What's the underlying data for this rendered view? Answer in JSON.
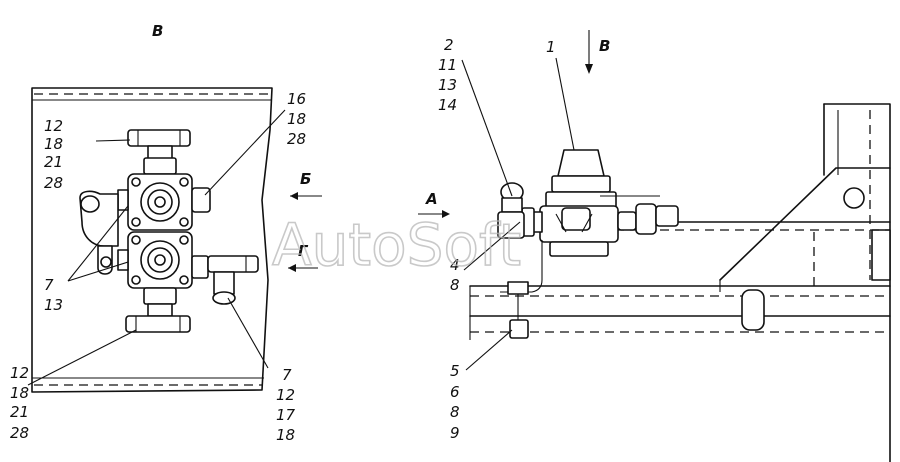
{
  "views": {
    "left_title": "В",
    "right_arrow_label": "В",
    "arrow_a": "А",
    "arrow_b": "Б",
    "arrow_g": "Г"
  },
  "callouts": {
    "left_top": [
      "12",
      "18",
      "21",
      "28"
    ],
    "left_right_top": [
      "16",
      "18",
      "28"
    ],
    "left_mid": [
      "7",
      "13"
    ],
    "left_bottom": [
      "12",
      "18",
      "21",
      "28"
    ],
    "left_bottom_right": [
      "7",
      "12",
      "17",
      "18"
    ],
    "right_top_left": [
      "2",
      "11",
      "13",
      "14"
    ],
    "right_top": [
      "1"
    ],
    "right_mid": [
      "4",
      "8"
    ],
    "right_bottom": [
      "5",
      "6",
      "8",
      "9"
    ]
  },
  "watermark": "AutoSoft"
}
